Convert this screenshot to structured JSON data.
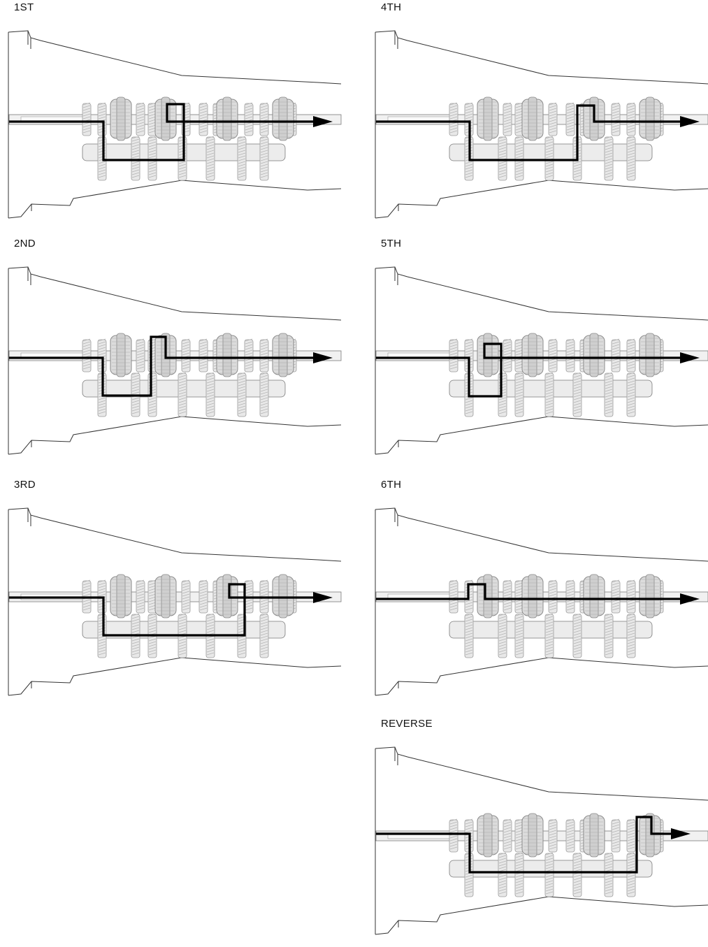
{
  "diagram": {
    "panels": [
      {
        "id": "1st",
        "label": "1ST",
        "path": [
          [
            13,
            174
          ],
          [
            148,
            174
          ],
          [
            148,
            229
          ],
          [
            263,
            229
          ],
          [
            263,
            149
          ],
          [
            239,
            149
          ],
          [
            239,
            174
          ],
          [
            450,
            174
          ]
        ]
      },
      {
        "id": "2nd",
        "label": "2ND",
        "path": [
          [
            13,
            512
          ],
          [
            147,
            512
          ],
          [
            147,
            566
          ],
          [
            216,
            566
          ],
          [
            216,
            482
          ],
          [
            237,
            482
          ],
          [
            237,
            512
          ],
          [
            450,
            512
          ]
        ]
      },
      {
        "id": "3rd",
        "label": "3RD",
        "path": [
          [
            13,
            855
          ],
          [
            148,
            855
          ],
          [
            148,
            909
          ],
          [
            350,
            909
          ],
          [
            350,
            836
          ],
          [
            328,
            836
          ],
          [
            328,
            855
          ],
          [
            450,
            855
          ]
        ]
      },
      {
        "id": "4th",
        "label": "4TH",
        "path": [
          [
            538,
            174
          ],
          [
            672,
            174
          ],
          [
            672,
            229
          ],
          [
            826,
            229
          ],
          [
            826,
            151
          ],
          [
            850,
            151
          ],
          [
            850,
            174
          ],
          [
            975,
            174
          ]
        ]
      },
      {
        "id": "5th",
        "label": "5TH",
        "path": [
          [
            538,
            512
          ],
          [
            671,
            512
          ],
          [
            671,
            567
          ],
          [
            717,
            567
          ],
          [
            717,
            492
          ],
          [
            693,
            492
          ],
          [
            693,
            512
          ],
          [
            975,
            512
          ]
        ]
      },
      {
        "id": "6th",
        "label": "6TH",
        "path": [
          [
            538,
            857
          ],
          [
            670,
            857
          ],
          [
            670,
            836
          ],
          [
            694,
            836
          ],
          [
            694,
            857
          ],
          [
            975,
            857
          ]
        ]
      },
      {
        "id": "reverse",
        "label": "REVERSE",
        "path": [
          [
            538,
            1193
          ],
          [
            672,
            1193
          ],
          [
            672,
            1248
          ],
          [
            911,
            1248
          ],
          [
            911,
            1169
          ],
          [
            932,
            1169
          ],
          [
            932,
            1193
          ],
          [
            962,
            1193
          ]
        ]
      }
    ]
  }
}
